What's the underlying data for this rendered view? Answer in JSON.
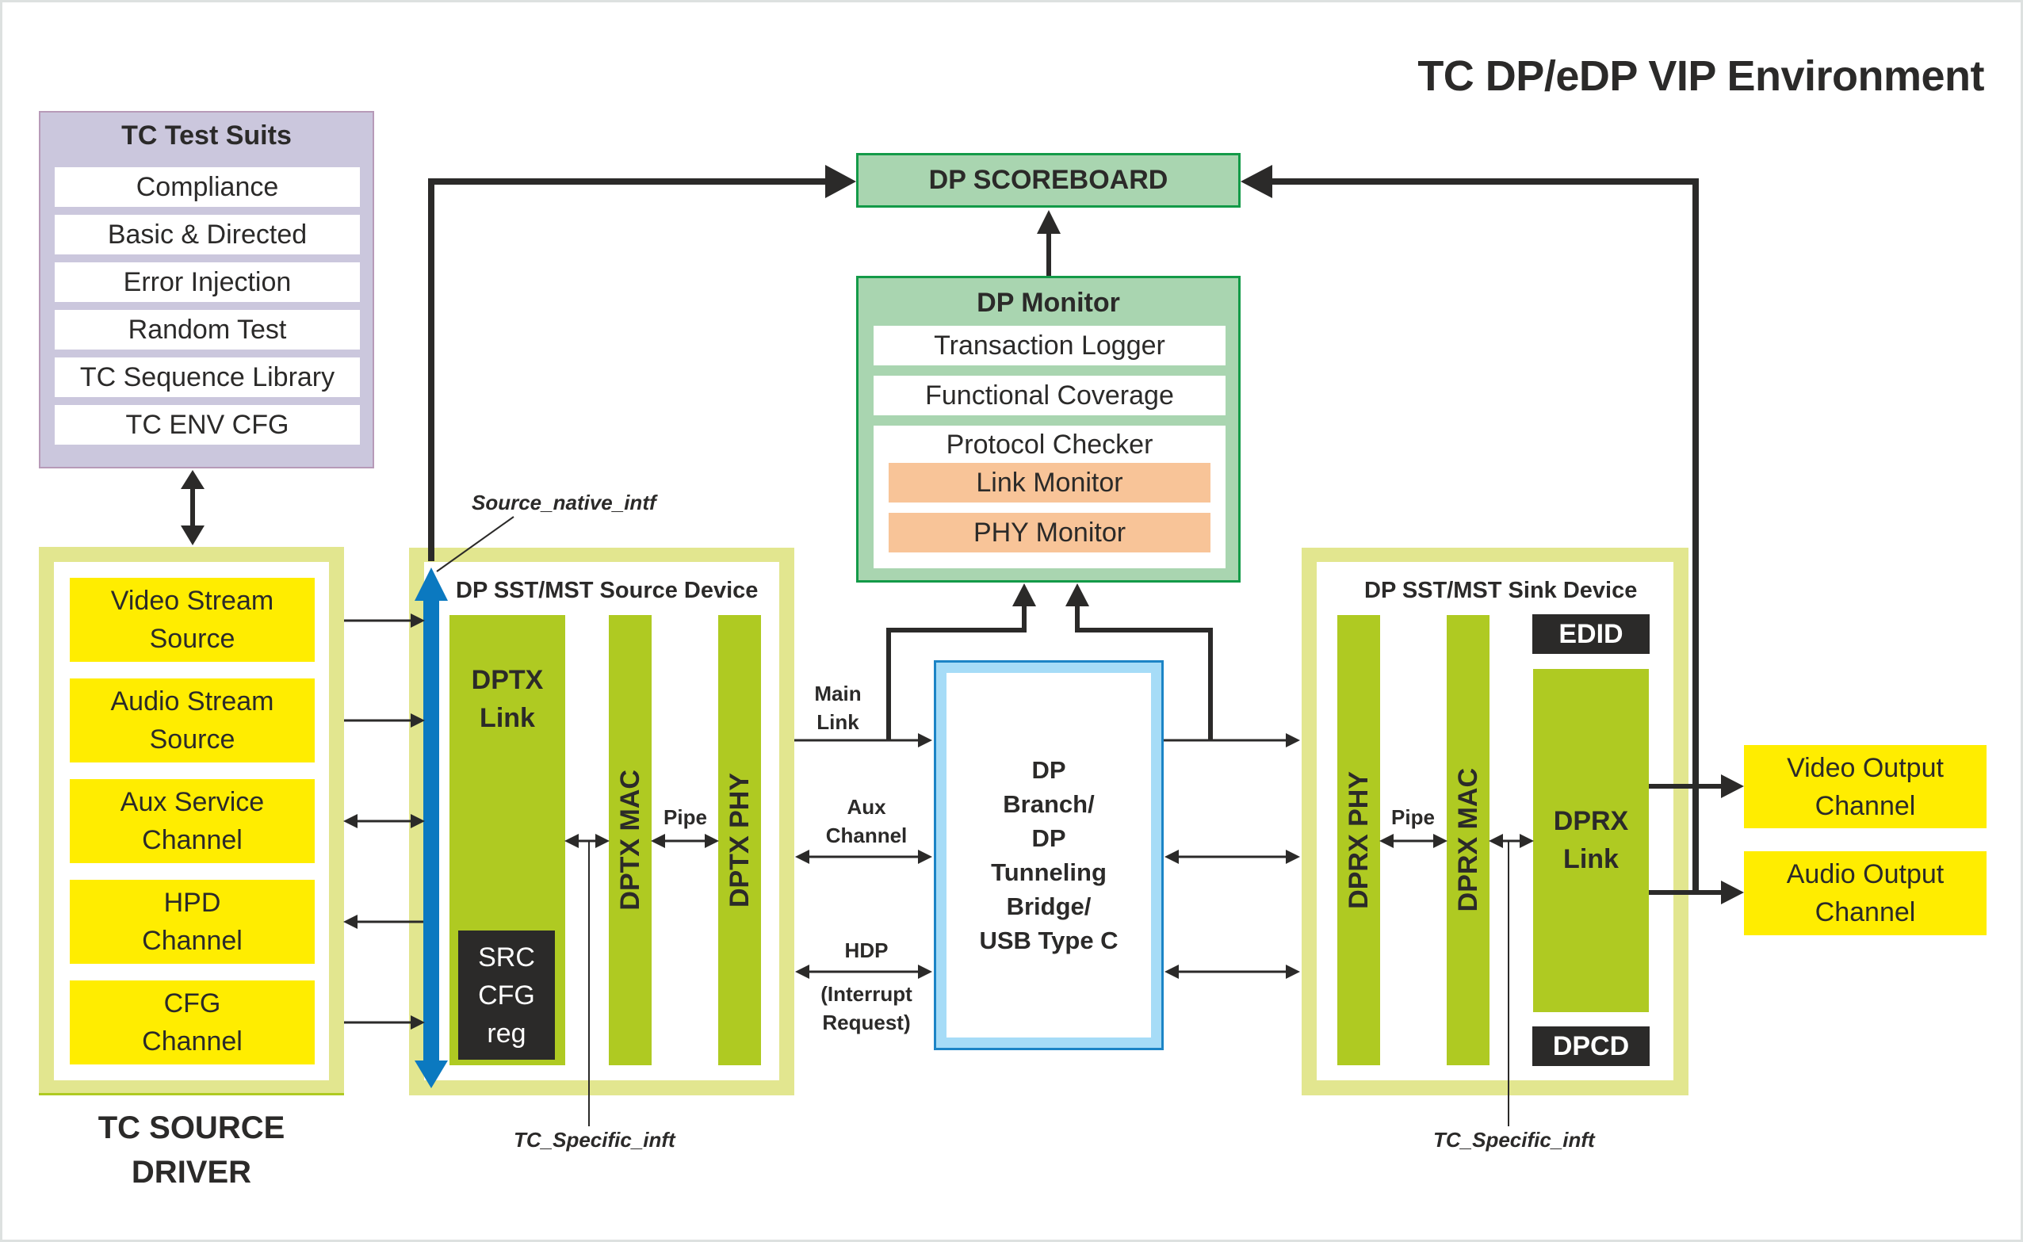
{
  "title": "TC DP/eDP VIP Environment",
  "test_suits": {
    "heading": "TC Test Suits",
    "items": [
      "Compliance",
      "Basic & Directed",
      "Error Injection",
      "Random Test",
      "TC Sequence Library",
      "TC ENV CFG"
    ]
  },
  "source_driver": {
    "label_line1": "TC SOURCE",
    "label_line2": "DRIVER",
    "channels": [
      {
        "line1": "Video Stream",
        "line2": "Source"
      },
      {
        "line1": "Audio Stream",
        "line2": "Source"
      },
      {
        "line1": "Aux Service",
        "line2": "Channel"
      },
      {
        "line1": "HPD",
        "line2": "Channel"
      },
      {
        "line1": "CFG",
        "line2": "Channel"
      }
    ]
  },
  "source_device": {
    "heading": "DP SST/MST Source Device",
    "link_line1": "DPTX",
    "link_line2": "Link",
    "reg_line1": "SRC",
    "reg_line2": "CFG",
    "reg_line3": "reg",
    "mac": "DPTX MAC",
    "phy": "DPTX PHY",
    "pipe": "Pipe"
  },
  "interfaces": {
    "source_native": "Source_native_intf",
    "tc_specific_left": "TC_Specific_inft",
    "tc_specific_right": "TC_Specific_inft"
  },
  "scoreboard": {
    "label": "DP SCOREBOARD"
  },
  "monitor": {
    "heading": "DP Monitor",
    "items": [
      "Transaction Logger",
      "Functional Coverage"
    ],
    "checker": "Protocol Checker",
    "sub_monitors": [
      "Link Monitor",
      "PHY Monitor"
    ]
  },
  "links": {
    "main_line1": "Main",
    "main_line2": "Link",
    "aux_line1": "Aux",
    "aux_line2": "Channel",
    "hdp": "HDP",
    "hdp_sub1": "(Interrupt",
    "hdp_sub2": "Request)"
  },
  "bridge": {
    "lines": [
      "DP",
      "Branch/",
      "DP",
      "Tunneling",
      "Bridge/",
      "USB Type C"
    ]
  },
  "sink_device": {
    "heading": "DP SST/MST Sink Device",
    "phy": "DPRX PHY",
    "mac": "DPRX MAC",
    "pipe": "Pipe",
    "edid": "EDID",
    "link_line1": "DPRX",
    "link_line2": "Link",
    "dpcd": "DPCD"
  },
  "outputs": [
    {
      "line1": "Video Output",
      "line2": "Channel"
    },
    {
      "line1": "Audio Output",
      "line2": "Channel"
    }
  ],
  "colors": {
    "yellow": "#ffed00",
    "lime": "#afca22",
    "frame_green": "#e2e68f",
    "mint": "#a9d5b0",
    "lavender": "#cbc7dd",
    "orange": "#f8c498",
    "sky": "#a6dcf7",
    "bus_blue": "#0b79c0",
    "dark": "#2b2a29"
  }
}
